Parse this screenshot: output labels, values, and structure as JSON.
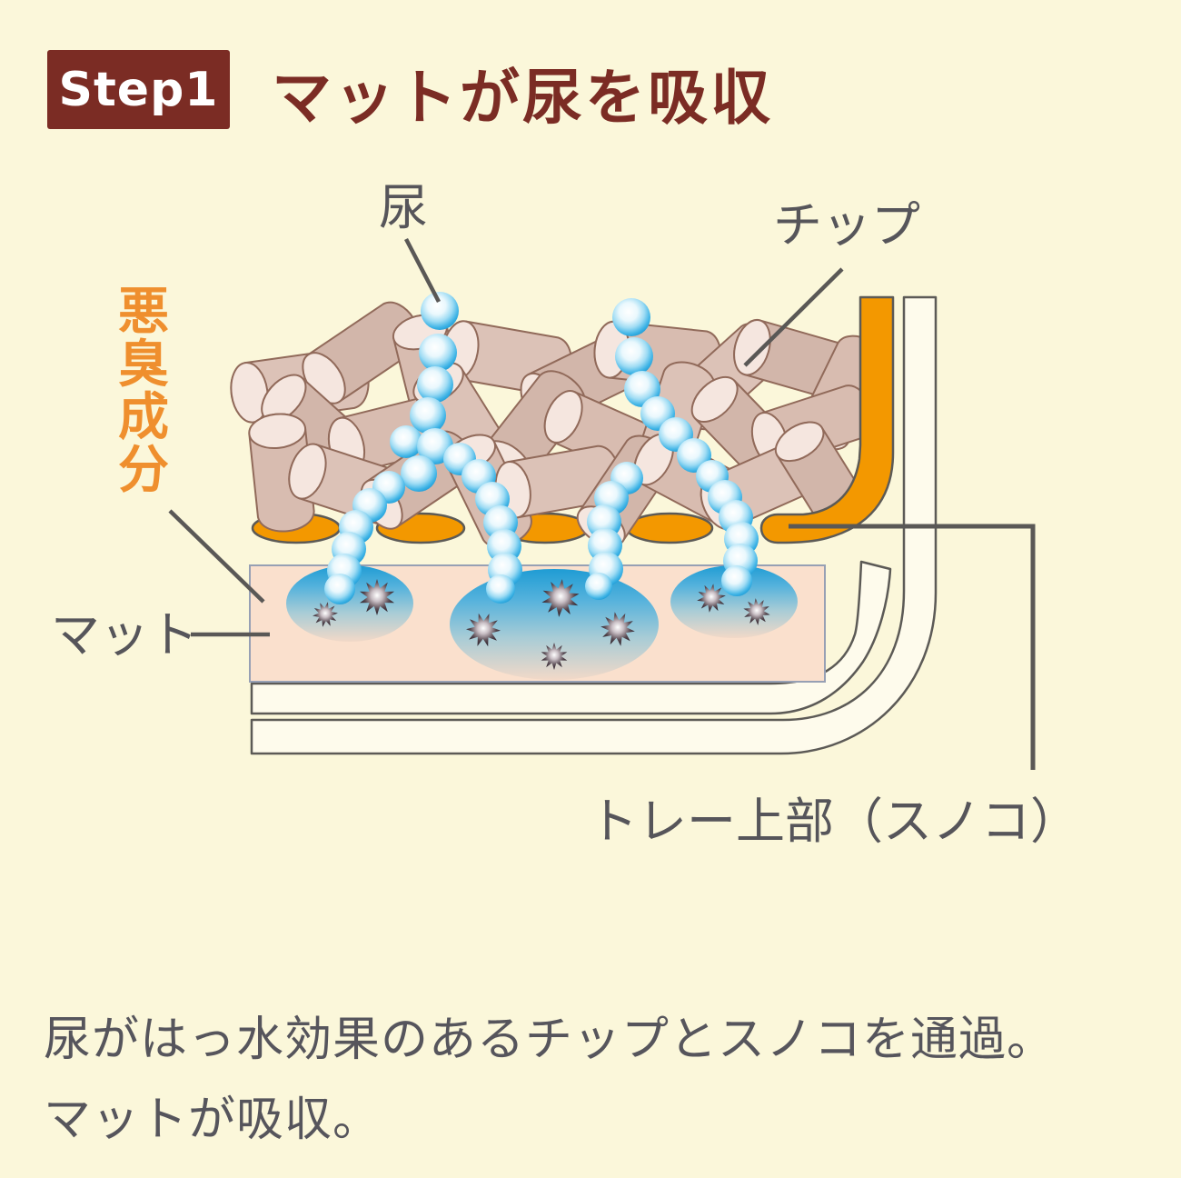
{
  "header": {
    "step_label": "Step1",
    "title": "マットが尿を吸収"
  },
  "diagram": {
    "labels": {
      "urine": "尿",
      "chip": "チップ",
      "odor": "悪臭成分",
      "odor_chars": [
        "悪",
        "臭",
        "成",
        "分"
      ],
      "mat": "マット",
      "tray": "トレー上部（スノコ）"
    }
  },
  "caption": {
    "line1": "尿がはっ水効果のあるチップとスノコを通過。",
    "line2": "マットが吸収。"
  },
  "colors": {
    "background": "#fbf7da",
    "maroon": "#7b2c24",
    "orange": "#f39800",
    "orange_text": "#ef8f2e",
    "label_gray": "#56555a",
    "line_gray": "#5a5856",
    "droplet_blue": "#1d9ad4",
    "mat_pink": "#fae0cd",
    "mat_border": "#97a0b4",
    "shell_white": "#fefbec",
    "chip_tones": [
      "#dcc2b7",
      "#d2b6aa",
      "#d8bcb0"
    ],
    "chip_cap": "#f5e6df",
    "chip_outline": "#916a5a",
    "star_dark": "#19101a"
  }
}
